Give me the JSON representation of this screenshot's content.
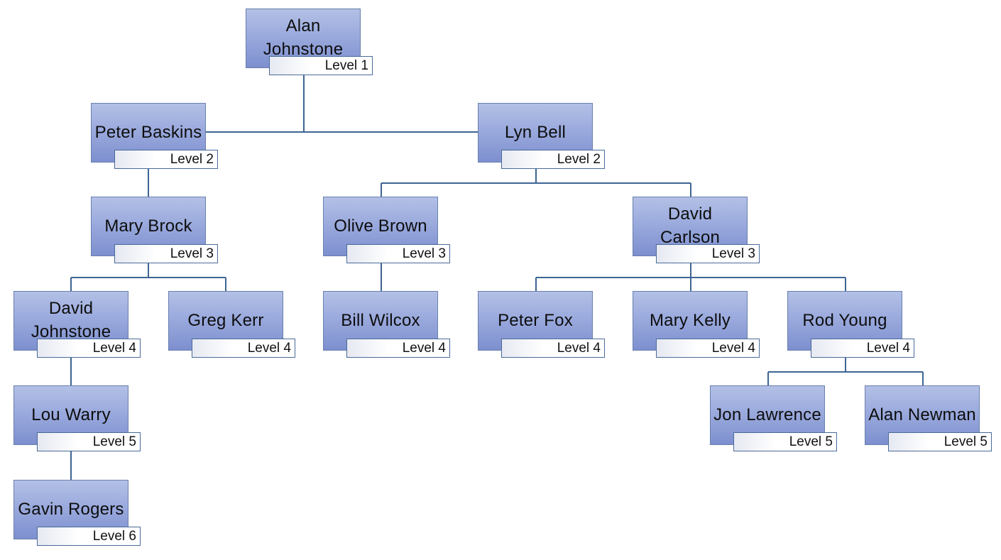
{
  "org_chart": {
    "nodes": [
      {
        "id": "alan-johnstone",
        "name": "Alan Johnstone",
        "level": "Level 1",
        "parent": null
      },
      {
        "id": "peter-baskins",
        "name": "Peter Baskins",
        "level": "Level 2",
        "parent": "alan-johnstone"
      },
      {
        "id": "lyn-bell",
        "name": "Lyn Bell",
        "level": "Level 2",
        "parent": "alan-johnstone"
      },
      {
        "id": "mary-brock",
        "name": "Mary Brock",
        "level": "Level 3",
        "parent": "peter-baskins"
      },
      {
        "id": "olive-brown",
        "name": "Olive Brown",
        "level": "Level 3",
        "parent": "lyn-bell"
      },
      {
        "id": "david-carlson",
        "name": "David Carlson",
        "level": "Level 3",
        "parent": "lyn-bell"
      },
      {
        "id": "david-johnstone",
        "name": "David Johnstone",
        "level": "Level 4",
        "parent": "mary-brock"
      },
      {
        "id": "greg-kerr",
        "name": "Greg Kerr",
        "level": "Level 4",
        "parent": "mary-brock"
      },
      {
        "id": "bill-wilcox",
        "name": "Bill Wilcox",
        "level": "Level 4",
        "parent": "olive-brown"
      },
      {
        "id": "peter-fox",
        "name": "Peter Fox",
        "level": "Level 4",
        "parent": "david-carlson"
      },
      {
        "id": "mary-kelly",
        "name": "Mary Kelly",
        "level": "Level 4",
        "parent": "david-carlson"
      },
      {
        "id": "rod-young",
        "name": "Rod Young",
        "level": "Level 4",
        "parent": "david-carlson"
      },
      {
        "id": "lou-warry",
        "name": "Lou Warry",
        "level": "Level 5",
        "parent": "david-johnstone"
      },
      {
        "id": "jon-lawrence",
        "name": "Jon Lawrence",
        "level": "Level 5",
        "parent": "rod-young"
      },
      {
        "id": "alan-newman",
        "name": "Alan Newman",
        "level": "Level 5",
        "parent": "rod-young"
      },
      {
        "id": "gavin-rogers",
        "name": "Gavin Rogers",
        "level": "Level 6",
        "parent": "lou-warry"
      }
    ],
    "colors": {
      "node_fill_top": "#b3c0e6",
      "node_fill_bottom": "#7d8fcf",
      "node_border": "#6a7fae",
      "connector": "#3d6494",
      "level_box_border": "#4a6a9a"
    }
  }
}
